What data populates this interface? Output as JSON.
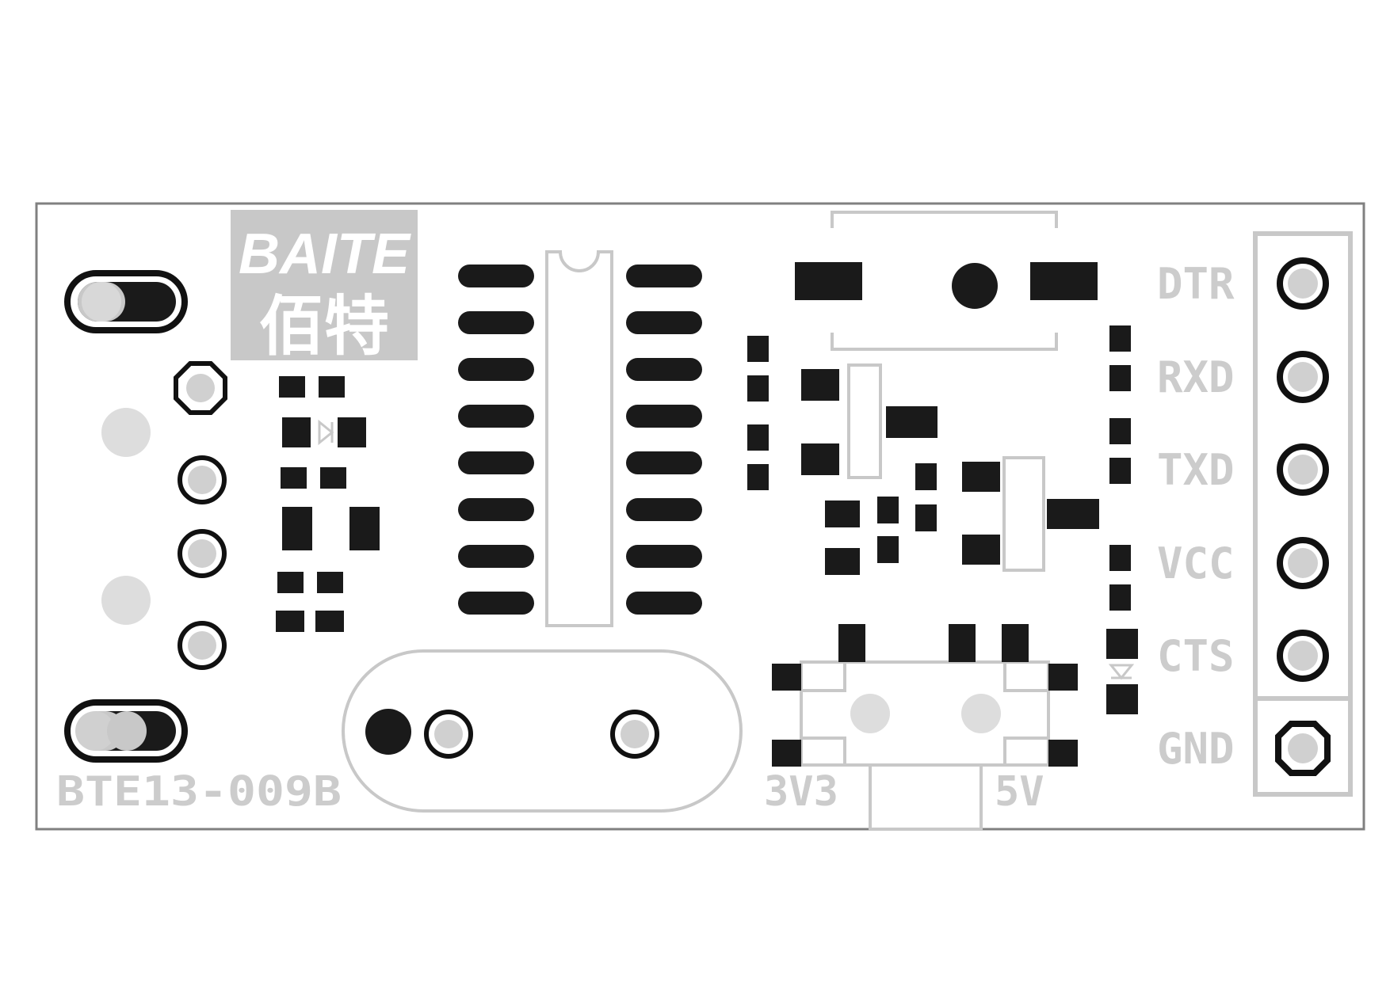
{
  "board": {
    "model": "BTE13-009B",
    "logo_latin": "BAITE",
    "logo_cjk": "佰特"
  },
  "header_pins": [
    "DTR",
    "RXD",
    "TXD",
    "VCC",
    "CTS",
    "GND"
  ],
  "voltage_switch": {
    "left_label": "3V3",
    "right_label": "5V"
  },
  "colors": {
    "pad": "#1a1a1a",
    "silkscreen": "#c8c8c8",
    "outline": "#808080",
    "background": "#ffffff"
  }
}
